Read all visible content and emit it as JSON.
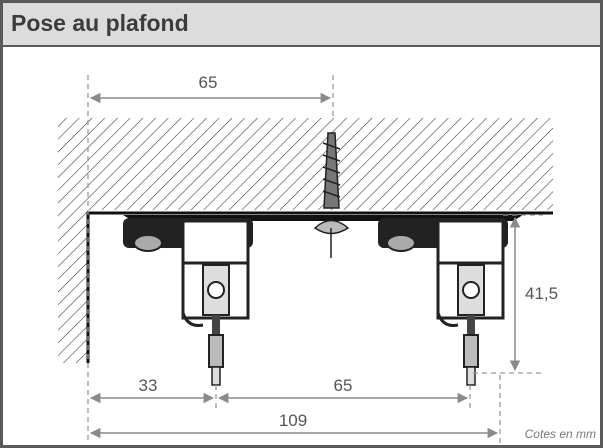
{
  "header": {
    "title": "Pose au plafond"
  },
  "dimensions": {
    "screw_offset": "65",
    "height": "41,5",
    "left_offset": "33",
    "bracket_spacing": "65",
    "total_width": "109"
  },
  "units_note": "Cotes en mm",
  "colors": {
    "border": "#5a5a5a",
    "header_bg": "#dcdcdc",
    "dim_line": "#8a8a8a",
    "hatch": "#333333"
  }
}
